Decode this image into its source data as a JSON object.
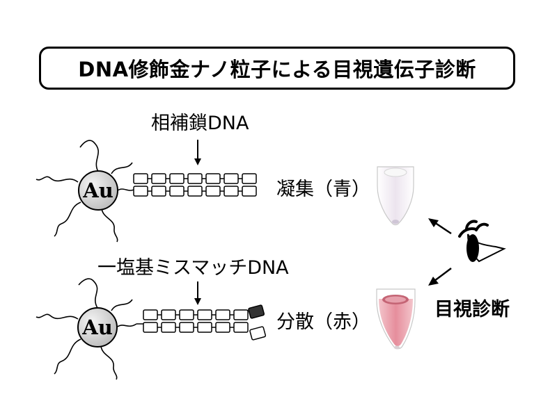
{
  "title": "DNA修飾金ナノ粒子による目視遺伝子診断",
  "particle_label": "Au",
  "top_row": {
    "probe_label": "相補鎖DNA",
    "state_label": "凝集（青）"
  },
  "bottom_row": {
    "probe_label": "一塩基ミスマッチDNA",
    "state_label": "分散（赤）"
  },
  "diagnosis_label": "目視診断",
  "colors": {
    "particle_fill": "#e2e2e2",
    "tube_top_liquid": "#e8e0ea",
    "tube_bottom_liquid": "#e89aa6",
    "mismatch_base": "#333333"
  }
}
